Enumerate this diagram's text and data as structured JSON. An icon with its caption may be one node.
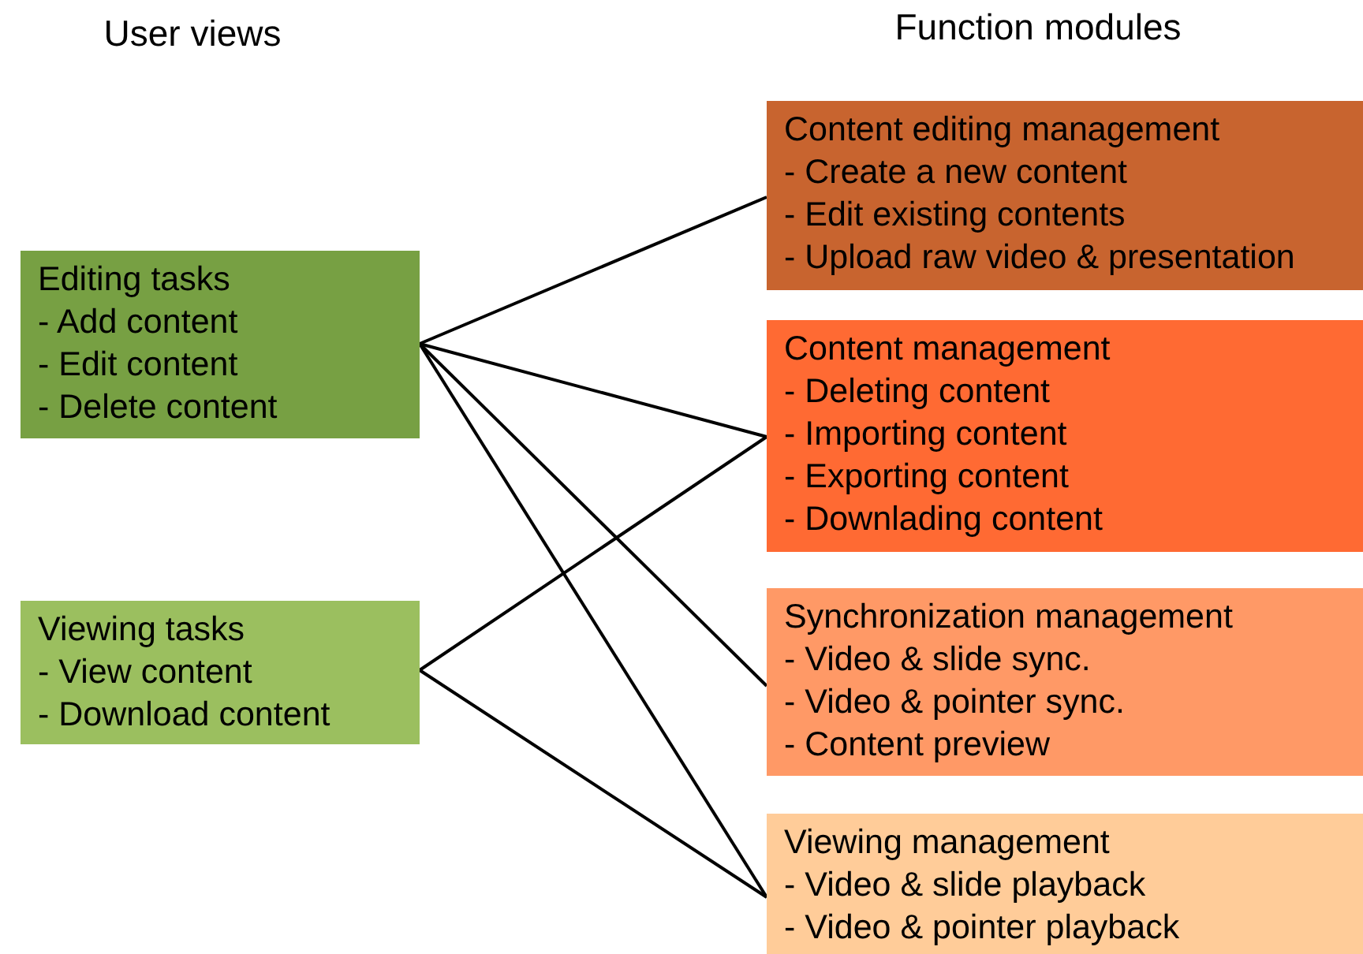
{
  "diagram": {
    "nodes": [
      {
        "text": [
          "Editing tasks",
          "- Add content",
          "- Edit content",
          "- Delete content"
        ]
      },
      {
        "text": [
          "Viewing tasks",
          "- View content",
          "- Download content"
        ]
      },
      {
        "text": [
          "Content editing management",
          "- Create a new content",
          "- Edit existing contents",
          "- Upload raw video & presentation"
        ]
      },
      {
        "text": [
          "Content management",
          "- Deleting content",
          "- Importing content",
          "- Exporting content",
          "- Downlading content"
        ]
      },
      {
        "text": [
          "Synchronization management",
          "- Video & slide sync.",
          "- Video & pointer sync.",
          "- Content preview"
        ]
      },
      {
        "text": [
          "Viewing management",
          "- Video & slide playback",
          "- Video & pointer playback"
        ]
      }
    ],
    "edges": [
      {
        "from": 0,
        "to": 2,
        "arrow": "none"
      },
      {
        "from": 0,
        "to": 3,
        "arrow": "none"
      },
      {
        "from": 0,
        "to": 4,
        "arrow": "none"
      },
      {
        "from": 0,
        "to": 5,
        "arrow": "none"
      },
      {
        "from": 1,
        "to": 3,
        "arrow": "none"
      },
      {
        "from": 1,
        "to": 5,
        "arrow": "none"
      }
    ],
    "labels": [
      "User views",
      "Function modules"
    ]
  }
}
